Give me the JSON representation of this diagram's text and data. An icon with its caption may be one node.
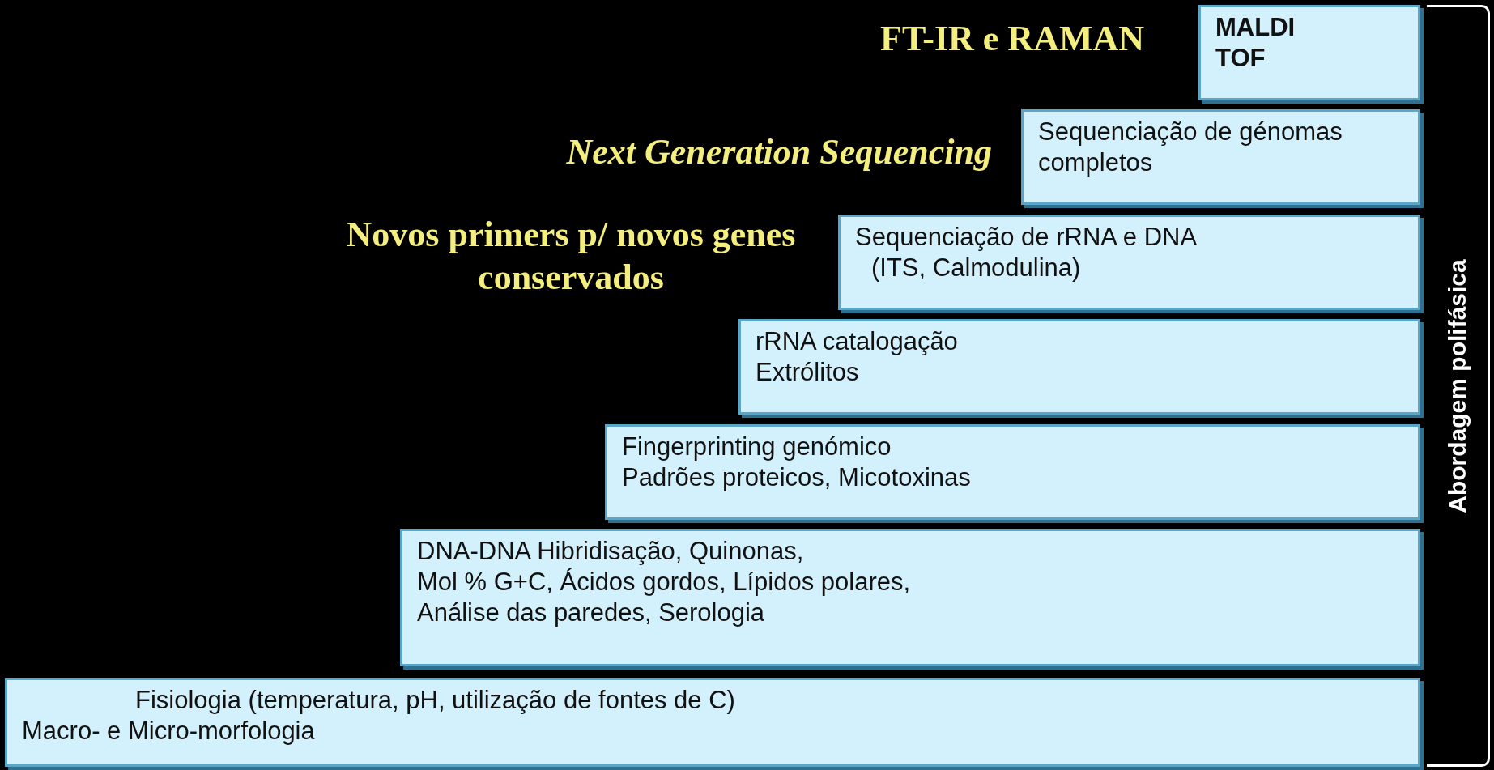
{
  "diagram": {
    "nodes": [
      {
        "text": [
          "MALDI TOF"
        ]
      },
      {
        "text": [
          "Sequenciação de génomas completos"
        ]
      },
      {
        "text": [
          "Sequenciação de rRNA  e DNA",
          "(ITS, Calmodulina)"
        ]
      },
      {
        "text": [
          "rRNA catalogação",
          "Extrólitos"
        ]
      },
      {
        "text": [
          "Fingerprinting genómico",
          "Padrões proteicos, Micotoxinas"
        ]
      },
      {
        "text": [
          "DNA-DNA Hibridisação, Quinonas,",
          "Mol % G+C, Ácidos gordos, Lípidos polares,",
          "Análise das paredes, Serologia"
        ]
      },
      {
        "text": [
          "Fisiologia  (temperatura, pH, utilização de fontes de C)",
          "Macro- e Micro-morfologia"
        ]
      },
      {
        "text": [
          "Abordagem polifásica"
        ]
      }
    ],
    "labels": [
      "FT-IR e RAMAN",
      "Next Generation Sequencing",
      "Novos  primers p/ novos genes conservados"
    ]
  }
}
